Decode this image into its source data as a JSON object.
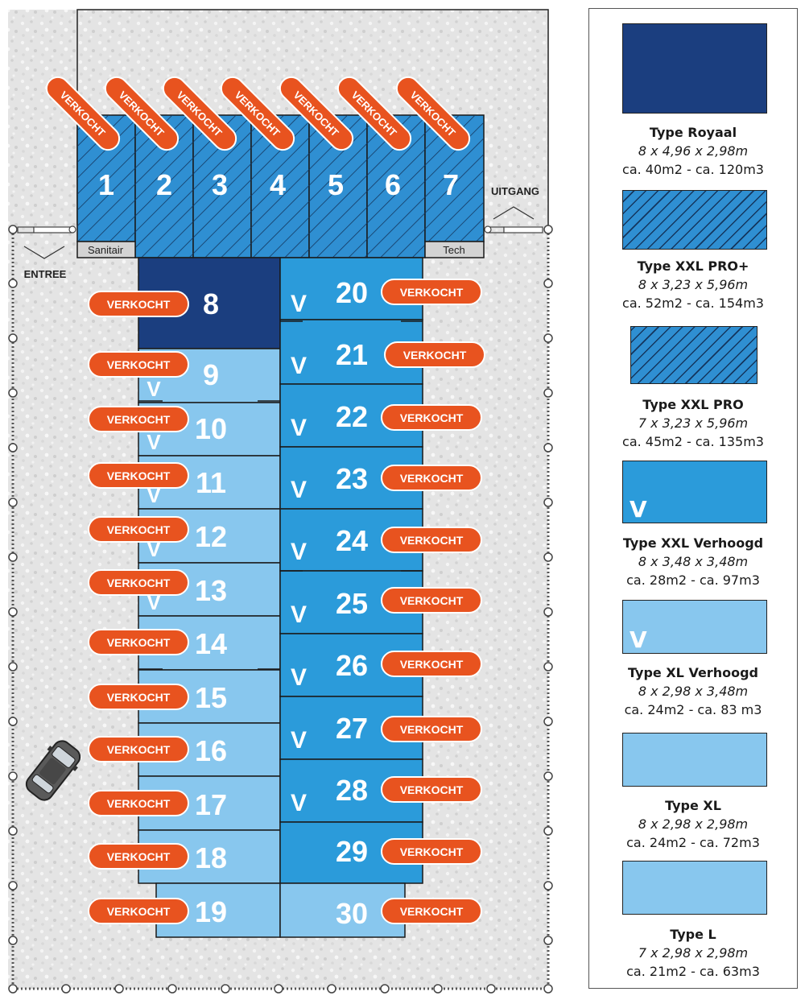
{
  "colors": {
    "royaal": "#1b3e7f",
    "xxl_pro_plus": "#2f8fd2",
    "xxl_pro": "#2f8fd2",
    "xxl_verhoogd": "#2b9bda",
    "xl_verhoogd": "#88c7ee",
    "xl": "#88c7ee",
    "l": "#88c7ee",
    "sold_badge": "#e8531f",
    "ground": "#e4e4e4"
  },
  "labels": {
    "sanitair": "Sanitair",
    "tech": "Tech",
    "uitgang": "UITGANG",
    "entree": "ENTREE",
    "sold": "VERKOCHT",
    "raised_mark": "V"
  },
  "units": [
    {
      "number": "1",
      "type": "xxl_pro",
      "sold": true
    },
    {
      "number": "2",
      "type": "xxl_pro",
      "sold": true
    },
    {
      "number": "3",
      "type": "xxl_pro",
      "sold": true
    },
    {
      "number": "4",
      "type": "xxl_pro",
      "sold": true
    },
    {
      "number": "5",
      "type": "xxl_pro",
      "sold": true
    },
    {
      "number": "6",
      "type": "xxl_pro",
      "sold": true
    },
    {
      "number": "7",
      "type": "xxl_pro",
      "sold": true
    },
    {
      "number": "8",
      "type": "royaal",
      "sold": true
    },
    {
      "number": "9",
      "type": "xl_verhoogd",
      "sold": true
    },
    {
      "number": "10",
      "type": "xl_verhoogd",
      "sold": true
    },
    {
      "number": "11",
      "type": "xl_verhoogd",
      "sold": true
    },
    {
      "number": "12",
      "type": "xl_verhoogd",
      "sold": true
    },
    {
      "number": "13",
      "type": "xl_verhoogd",
      "sold": true
    },
    {
      "number": "14",
      "type": "xl",
      "sold": true
    },
    {
      "number": "15",
      "type": "xl",
      "sold": true
    },
    {
      "number": "16",
      "type": "xl",
      "sold": true
    },
    {
      "number": "17",
      "type": "xl",
      "sold": true
    },
    {
      "number": "18",
      "type": "xl",
      "sold": true
    },
    {
      "number": "19",
      "type": "l",
      "sold": true
    },
    {
      "number": "20",
      "type": "xxl_verhoogd",
      "sold": true
    },
    {
      "number": "21",
      "type": "xxl_verhoogd",
      "sold": true
    },
    {
      "number": "22",
      "type": "xxl_verhoogd",
      "sold": true
    },
    {
      "number": "23",
      "type": "xxl_verhoogd",
      "sold": true
    },
    {
      "number": "24",
      "type": "xxl_verhoogd",
      "sold": true
    },
    {
      "number": "25",
      "type": "xxl_verhoogd",
      "sold": true
    },
    {
      "number": "26",
      "type": "xxl_verhoogd",
      "sold": true
    },
    {
      "number": "27",
      "type": "xxl_verhoogd",
      "sold": true
    },
    {
      "number": "28",
      "type": "xxl_verhoogd",
      "sold": true
    },
    {
      "number": "29",
      "type": "xxl_pro_plus",
      "sold": true
    },
    {
      "number": "30",
      "type": "l",
      "sold": true
    }
  ],
  "legend": [
    {
      "type": "royaal",
      "name": "Type Royaal",
      "dims": "8 x 4,96 x 2,98m",
      "area": "ca. 40m2 - ca. 120m3"
    },
    {
      "type": "xxl_pro_plus",
      "name": "Type XXL PRO+",
      "dims": "8 x 3,23 x 5,96m",
      "area": "ca. 52m2 - ca. 154m3"
    },
    {
      "type": "xxl_pro",
      "name": "Type XXL PRO",
      "dims": "7 x 3,23 x 5,96m",
      "area": "ca. 45m2 - ca. 135m3"
    },
    {
      "type": "xxl_verhoogd",
      "name": "Type XXL Verhoogd",
      "dims": "8 x 3,48 x 3,48m",
      "area": "ca. 28m2 - ca. 97m3"
    },
    {
      "type": "xl_verhoogd",
      "name": "Type XL Verhoogd",
      "dims": "8 x 2,98 x 3,48m",
      "area": "ca. 24m2 - ca. 83 m3"
    },
    {
      "type": "xl",
      "name": "Type XL",
      "dims": "8 x 2,98 x 2,98m",
      "area": "ca. 24m2 - ca. 72m3"
    },
    {
      "type": "l",
      "name": "Type L",
      "dims": "7 x 2,98 x 2,98m",
      "area": "ca. 21m2 - ca. 63m3"
    }
  ],
  "icons": {
    "vehicle": "car-icon",
    "gate": "gate-icon",
    "fence": "fence-icon"
  }
}
